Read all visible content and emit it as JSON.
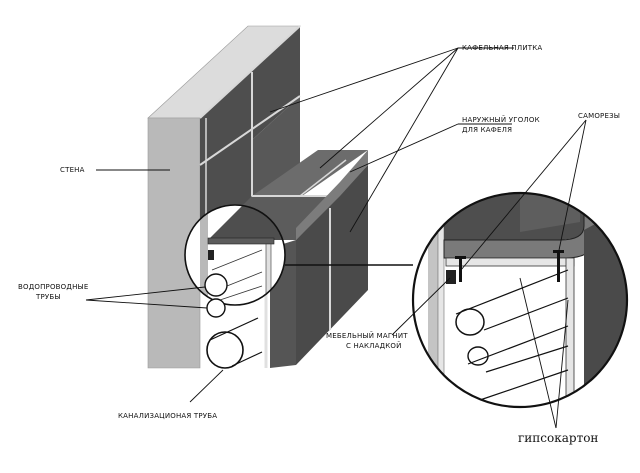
{
  "labels": {
    "tile": "КАФЕЛЬНАЯ ПЛИТКА",
    "corner_line1": "НАРУЖНЫЙ УГОЛОК",
    "corner_line2": "ДЛЯ КАФЕЛЯ",
    "screws": "САМОРЕЗЫ",
    "wall": "СТЕНА",
    "pipes_line1": "ВОДОПРОВОДНЫЕ",
    "pipes_line2": "ТРУБЫ",
    "magnet_line1": "МЕБЕЛЬНЫЙ МАГНИТ",
    "magnet_line2": "С НАКЛАДКОЙ",
    "sewer": "КАНАЛИЗАЦИОНАЯ ТРУБА",
    "drywall": "гипсокартон"
  },
  "colors": {
    "wall_face": "#b9b9b9",
    "wall_top": "#dcdcdc",
    "tile_dark": "#4a4a4a",
    "tile_mid": "#666666",
    "tile_light": "#7c7c7c",
    "grout": "#d8d8d8",
    "line": "#111111"
  }
}
